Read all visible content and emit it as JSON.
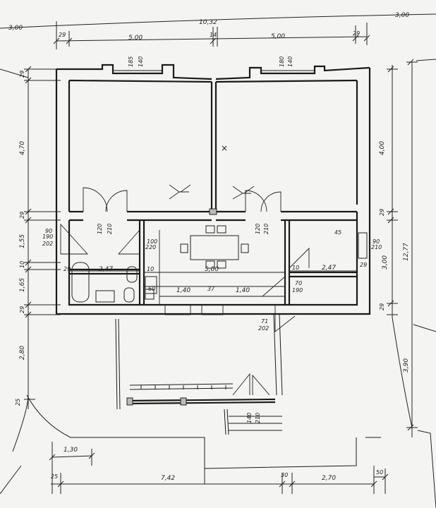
{
  "colors": {
    "ink": "#1a1a1a",
    "paper": "#f4f4f2"
  },
  "top_dims": {
    "left_outer": "3,00",
    "total": "10,32",
    "right_outer": "3,00",
    "wall_left": "29",
    "room_left": "5,00",
    "wall_mid": "14",
    "room_right": "5,00",
    "wall_right": "29"
  },
  "windows": {
    "left": {
      "width": "185",
      "height": "140"
    },
    "right": {
      "width": "180",
      "height": "140"
    }
  },
  "left_dims": {
    "wall_top": "29",
    "rooms": "4,70",
    "wall_2": "29",
    "corridor": "1,55",
    "wall_3": "10",
    "bath": "1,65",
    "wall_4": "29",
    "terrace": "2,80",
    "bottom": "25"
  },
  "right_dims": {
    "room_top": "4,00",
    "wall": "29",
    "kitchen": "3,00",
    "overall": "12,77",
    "wall_low": "29",
    "terrace": "3,90"
  },
  "openings": {
    "door_bath": {
      "w": "90",
      "h": "190",
      "s": "202"
    },
    "door_room_left": {
      "w": "120",
      "h": "210"
    },
    "door_room_right": {
      "w": "120",
      "h": "210"
    },
    "door_living": {
      "w": "100",
      "h": "220"
    },
    "door_kitchen": {
      "w": "90",
      "h": "210"
    },
    "door_hall": {
      "w": "70",
      "h": "190"
    },
    "door_entry": {
      "w": "71",
      "h": "202"
    },
    "door_terrace": {
      "w": "140",
      "h": "210"
    },
    "kitchen_note": "45"
  },
  "inner_dims": {
    "bath_len": "2,47",
    "bath_wall": "29",
    "wc_wall": "10",
    "living_len": "5,00",
    "living_wall": "10",
    "kitchen_len": "2,47",
    "kitchen_wall": "29",
    "seg_a": "1,40",
    "seg_b": "1,40",
    "small_a": "60",
    "small_b": "37"
  },
  "bottom_dims": {
    "step": "1,30",
    "wall_left": "25",
    "main": "7,42",
    "mid": "30",
    "right": "2,70",
    "edge": "50"
  }
}
